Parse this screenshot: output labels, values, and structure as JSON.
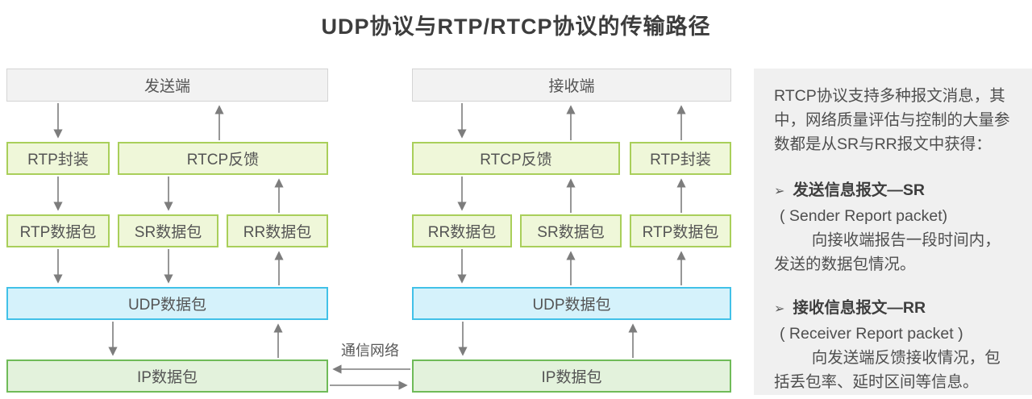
{
  "title": "UDP协议与RTP/RTCP协议的传输路径",
  "diagram_type": "protocol-flow",
  "sender": {
    "endpoint": "发送端",
    "rtp_encap": "RTP封装",
    "rtcp_feedback": "RTCP反馈",
    "rtp_packet": "RTP数据包",
    "sr_packet": "SR数据包",
    "rr_packet": "RR数据包",
    "udp_packet": "UDP数据包",
    "ip_packet": "IP数据包"
  },
  "receiver": {
    "endpoint": "接收端",
    "rtcp_feedback": "RTCP反馈",
    "rtp_encap": "RTP封装",
    "rr_packet": "RR数据包",
    "sr_packet": "SR数据包",
    "rtp_packet": "RTP数据包",
    "udp_packet": "UDP数据包",
    "ip_packet": "IP数据包"
  },
  "network_label": "通信网络",
  "side_panel": {
    "intro": "RTCP协议支持多种报文消息，其中，网络质量评估与控制的大量参数都是从SR与RR报文中获得：",
    "items": [
      {
        "bullet": "➢",
        "heading": "发送信息报文—SR",
        "subheading": "( Sender Report packet)",
        "description": "向接收端报告一段时间内，发送的数据包情况。"
      },
      {
        "bullet": "➢",
        "heading": "接收信息报文—RR",
        "subheading": "( Receiver Report packet )",
        "description": "向发送端反馈接收情况，包括丢包率、延时区间等信息。"
      }
    ]
  },
  "colors": {
    "endpoint_box_fill": "#f2f2f2",
    "endpoint_box_border": "#d4d4d4",
    "process_box_fill": "#eff7d9",
    "process_box_border": "#a9cf5a",
    "udp_box_fill": "#d5f2fb",
    "udp_box_border": "#41c1e8",
    "ip_box_fill": "#e3f2dc",
    "ip_box_border": "#6fbb58",
    "panel_bg": "#f0f0f0",
    "arrow": "#7d7d7d",
    "title_text": "#3d3d3d",
    "body_text": "#545454"
  }
}
